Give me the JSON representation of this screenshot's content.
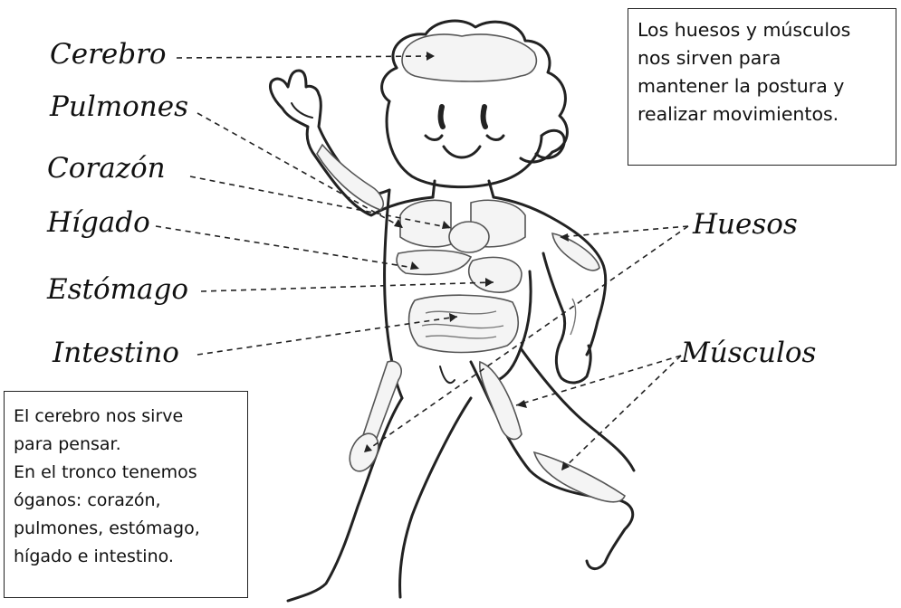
{
  "labels": {
    "left": [
      "Cerebro",
      "Pulmones",
      "Corazón",
      "Hígado",
      "Estómago",
      "Intestino"
    ],
    "right": [
      "Huesos",
      "Músculos"
    ]
  },
  "info_top": {
    "lines": [
      "Los huesos y músculos",
      "nos sirven para",
      "mantener la postura y",
      "realizar movimientos."
    ]
  },
  "info_bottom": {
    "lines": [
      "El cerebro nos sirve",
      "para pensar.",
      "En el tronco tenemos",
      "óganos: corazón,",
      "pulmones, estómago,",
      "hígado e intestino."
    ]
  },
  "colors": {
    "ink": "#111111",
    "background": "#ffffff"
  }
}
